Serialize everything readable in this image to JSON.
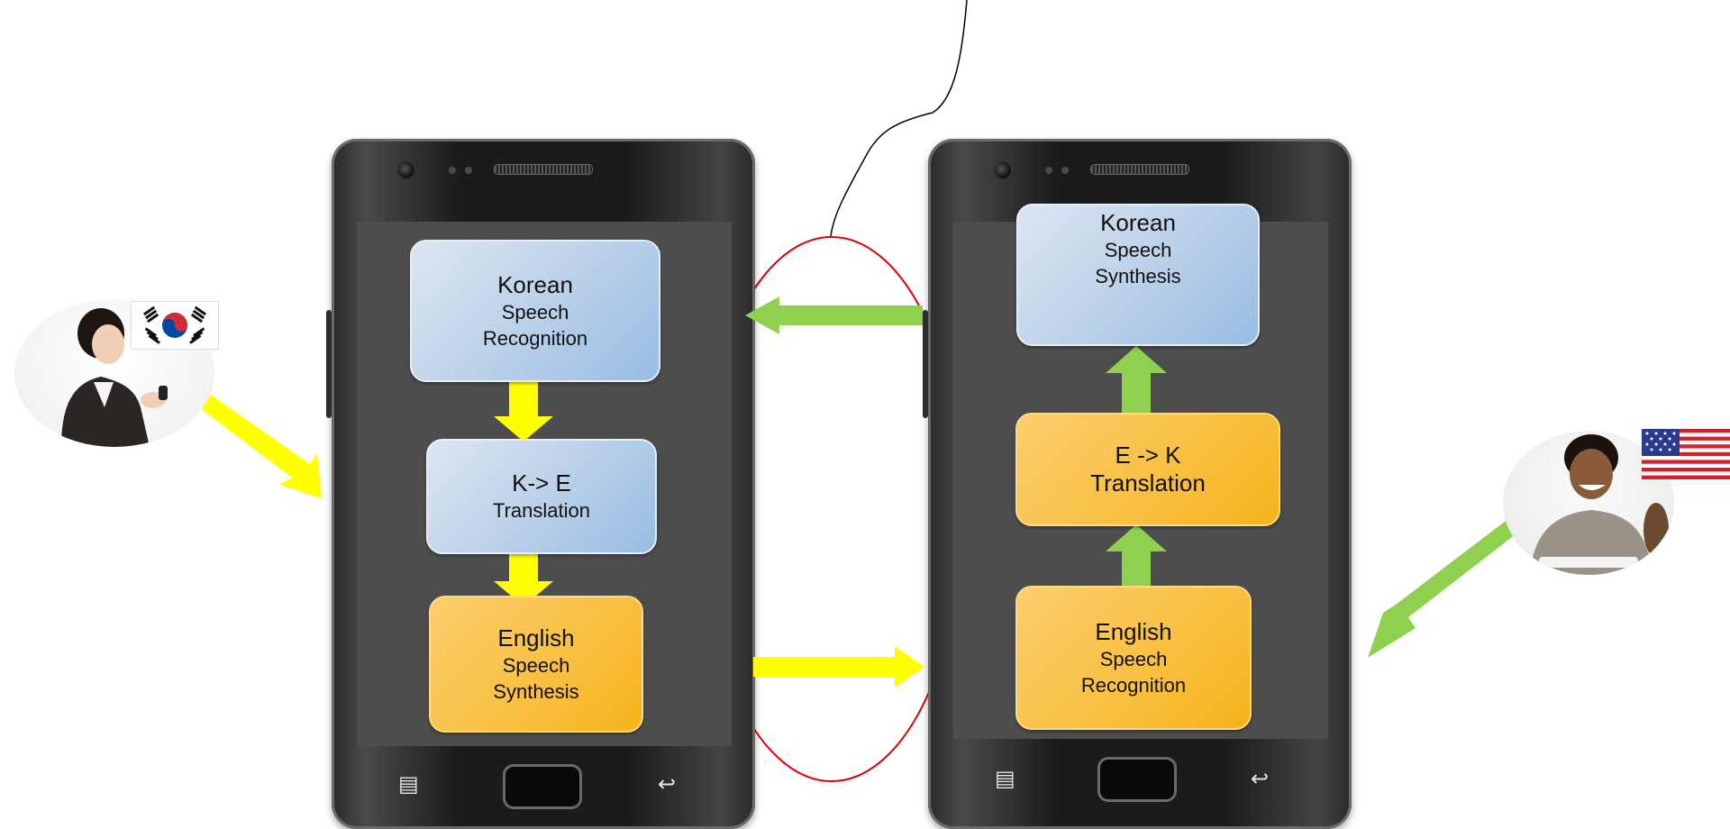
{
  "left_phone": {
    "recognition": {
      "line1": "Korean",
      "line2": "Speech",
      "line3": "Recognition"
    },
    "translation": {
      "line1": "K-> E",
      "line2": "Translation"
    },
    "synthesis": {
      "line1": "English",
      "line2": "Speech",
      "line3": "Synthesis"
    }
  },
  "right_phone": {
    "synthesis": {
      "line1": "Korean",
      "line2": "Speech",
      "line3": "Synthesis"
    },
    "translation": {
      "line1": "E -> K",
      "line2": "Translation"
    },
    "recognition": {
      "line1": "English",
      "line2": "Speech",
      "line3": "Recognition"
    }
  },
  "icons": {
    "menu": "menu-icon",
    "back": "back-icon",
    "korea_flag": "korea-flag-icon",
    "usa_flag": "usa-flag-icon"
  },
  "colors": {
    "yellow_arrow": "#ffff00",
    "green_arrow": "#8fd14f",
    "highlight_ellipse": "#e00000",
    "blue_box": "#a9c6e6",
    "orange_box": "#f8bd35"
  }
}
